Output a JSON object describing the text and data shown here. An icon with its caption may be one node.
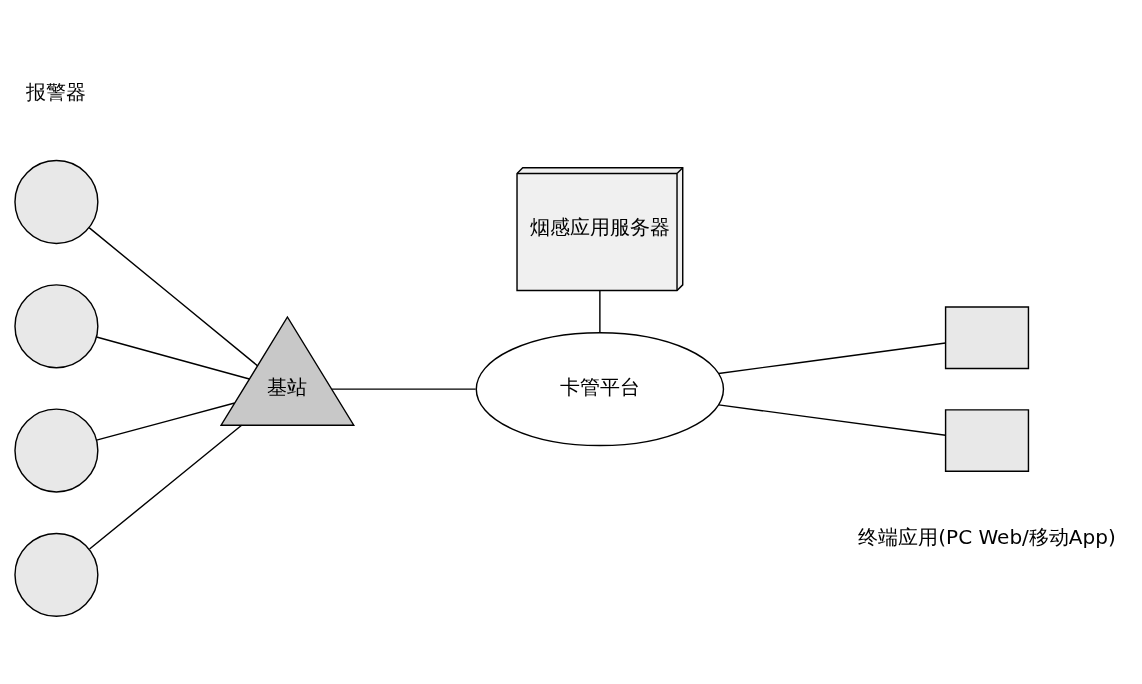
{
  "diagram": {
    "nodes": [
      {
        "text": [],
        "shape": "circle"
      },
      {
        "text": [],
        "shape": "circle"
      },
      {
        "text": [],
        "shape": "circle"
      },
      {
        "text": [],
        "shape": "circle"
      },
      {
        "text": [
          "基站"
        ]
      },
      {
        "text": [
          "烟感应用服务器"
        ]
      },
      {
        "text": [
          "卡管平台"
        ]
      },
      {
        "text": [],
        "shape": "box"
      },
      {
        "text": [],
        "shape": "box"
      }
    ],
    "edges": [
      {
        "from": 0,
        "to": 4,
        "arrow": "none"
      },
      {
        "from": 1,
        "to": 4,
        "arrow": "none"
      },
      {
        "from": 2,
        "to": 4,
        "arrow": "none"
      },
      {
        "from": 3,
        "to": 4,
        "arrow": "none"
      },
      {
        "from": 4,
        "to": 6,
        "arrow": "none"
      },
      {
        "from": 5,
        "to": 6,
        "arrow": "none"
      },
      {
        "from": 6,
        "to": 7,
        "arrow": "none"
      },
      {
        "from": 6,
        "to": 8,
        "arrow": "none"
      }
    ],
    "labels": [
      "报警器",
      "终端应用(PC Web/移动App)"
    ]
  }
}
